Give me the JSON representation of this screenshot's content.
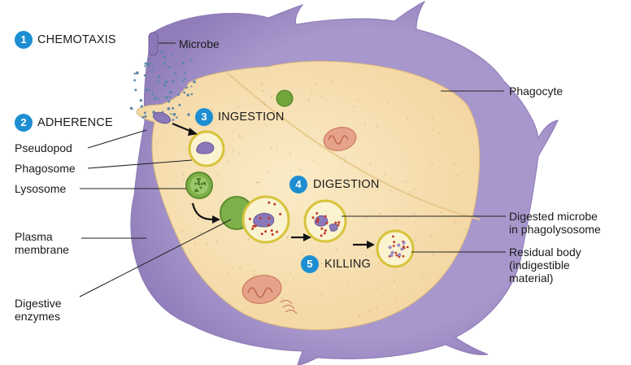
{
  "steps": [
    {
      "number": "1",
      "label": "CHEMOTAXIS"
    },
    {
      "number": "2",
      "label": "ADHERENCE"
    },
    {
      "number": "3",
      "label": "INGESTION"
    },
    {
      "number": "4",
      "label": "DIGESTION"
    },
    {
      "number": "5",
      "label": "KILLING"
    }
  ],
  "labels": {
    "microbe": "Microbe",
    "phagocyte": "Phagocyte",
    "pseudopod": "Pseudopod",
    "phagosome": "Phagosome",
    "lysosome": "Lysosome",
    "plasma_membrane": "Plasma\nmembrane",
    "digestive_enzymes": "Digestive\nenzymes",
    "digested_microbe": "Digested microbe\nin phagolysosome",
    "residual_body": "Residual body\n(indigestible\nmaterial)"
  },
  "colors": {
    "phagocyte_membrane": "#a897cc",
    "cytoplasm": "#f7dfae",
    "microbe": "#8a78b8",
    "lysosome": "#6d9a3c",
    "vesicle": "#fbf3cf",
    "vesicle_rim": "#d7c33c",
    "enzyme_dots": "#c0392b",
    "mitochondria": "#e09a80",
    "step_badge": "#1d8ed1"
  }
}
